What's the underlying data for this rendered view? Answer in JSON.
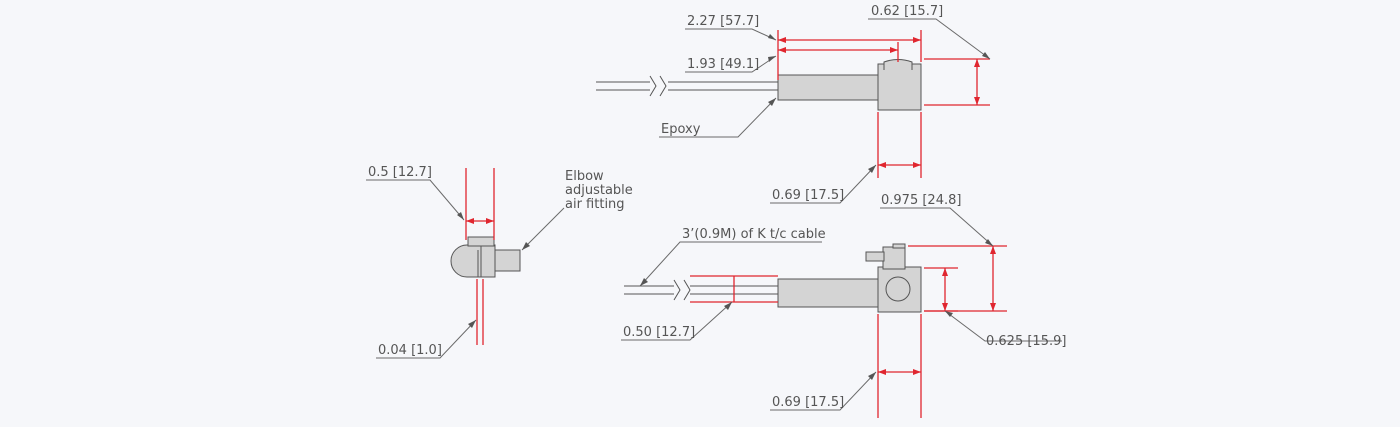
{
  "diagram": {
    "top_view": {
      "overall_length": "2.27 [57.7]",
      "body_length": "1.93 [49.1]",
      "head_height": "0.62 [15.7]",
      "epoxy": "Epoxy",
      "head_width": "0.69 [17.5]"
    },
    "end_view": {
      "slot_width": "0.5 [12.7]",
      "fitting_label": [
        "Elbow",
        "adjustable",
        "air fitting"
      ],
      "wall": "0.04 [1.0]"
    },
    "side_view": {
      "overall_height": "0.975 [24.8]",
      "cable": "3’(0.9M) of K t/c cable",
      "cable_offset": "0.50 [12.7]",
      "bore": "0.625 [15.9]",
      "head_width": "0.69 [17.5]"
    }
  }
}
